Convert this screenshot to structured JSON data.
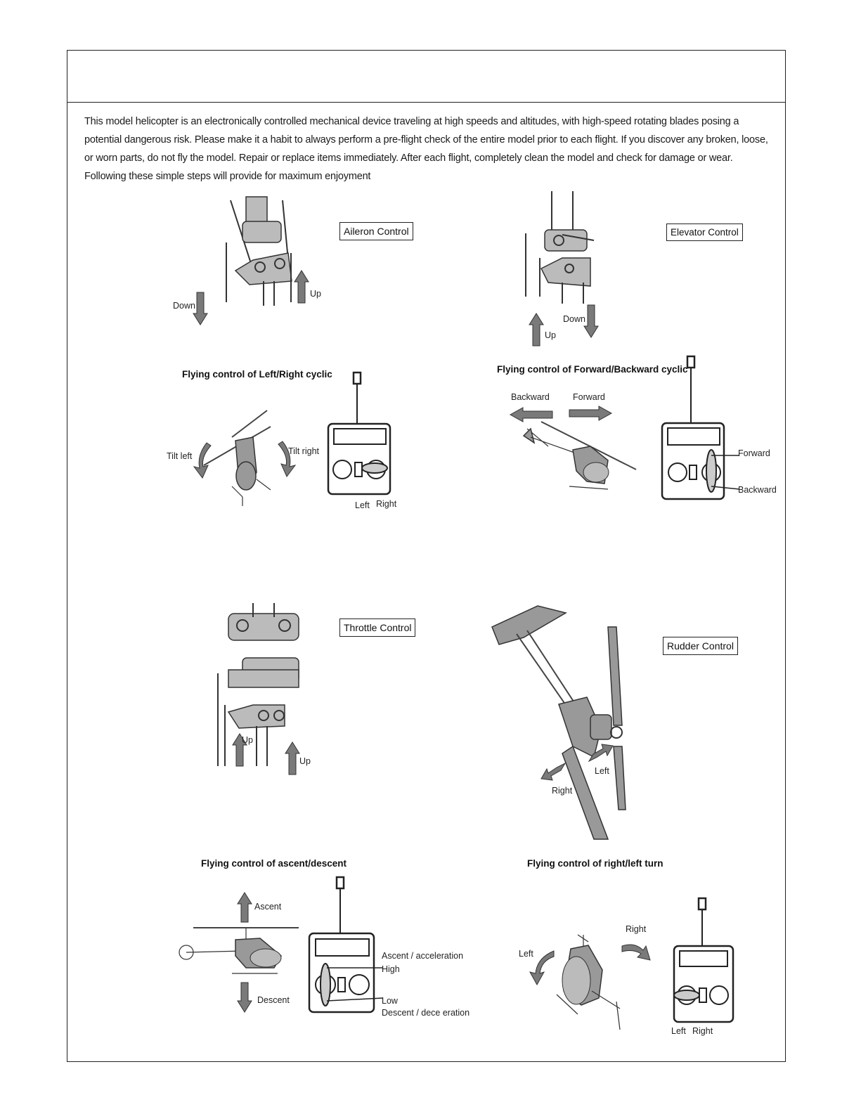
{
  "intro_text": "This model helicopter is an electronically controlled mechanical device traveling at high speeds and altitudes, with high-speed rotating blades posing a potential dangerous risk. Please make it a habit to always perform a pre-flight check of the entire model prior to each flight. If you discover any broken, loose, or worn parts, do not fly the model. Repair or replace items immediately. After each flight, completely clean the model and check for damage or wear. Following these simple steps will provide for maximum enjoyment",
  "aileron": {
    "title": "Aileron Control",
    "down": "Down",
    "up": "Up",
    "caption": "Flying control of Left/Right cyclic",
    "tilt_left": "Tilt left",
    "tilt_right": "Tilt right",
    "left": "Left",
    "right": "Right"
  },
  "elevator": {
    "title": "Elevator Control",
    "up": "Up",
    "down": "Down",
    "caption": "Flying control of Forward/Backward cyclic",
    "backward": "Backward",
    "forward": "Forward",
    "stick_forward": "Forward",
    "stick_backward": "Backward"
  },
  "throttle": {
    "title": "Throttle Control",
    "up1": "Up",
    "up2": "Up",
    "caption": "Flying control of ascent/descent",
    "ascent": "Ascent",
    "descent": "Descent",
    "ascent_accel": "Ascent / acceleration",
    "high": "High",
    "low": "Low",
    "descent_decel": "Descent / dece eration"
  },
  "rudder": {
    "title": "Rudder Control",
    "left": "Left",
    "right": "Right",
    "caption": "Flying control of right/left turn",
    "turn_left": "Left",
    "turn_right": "Right",
    "stick_left": "Left",
    "stick_right": "Right"
  }
}
